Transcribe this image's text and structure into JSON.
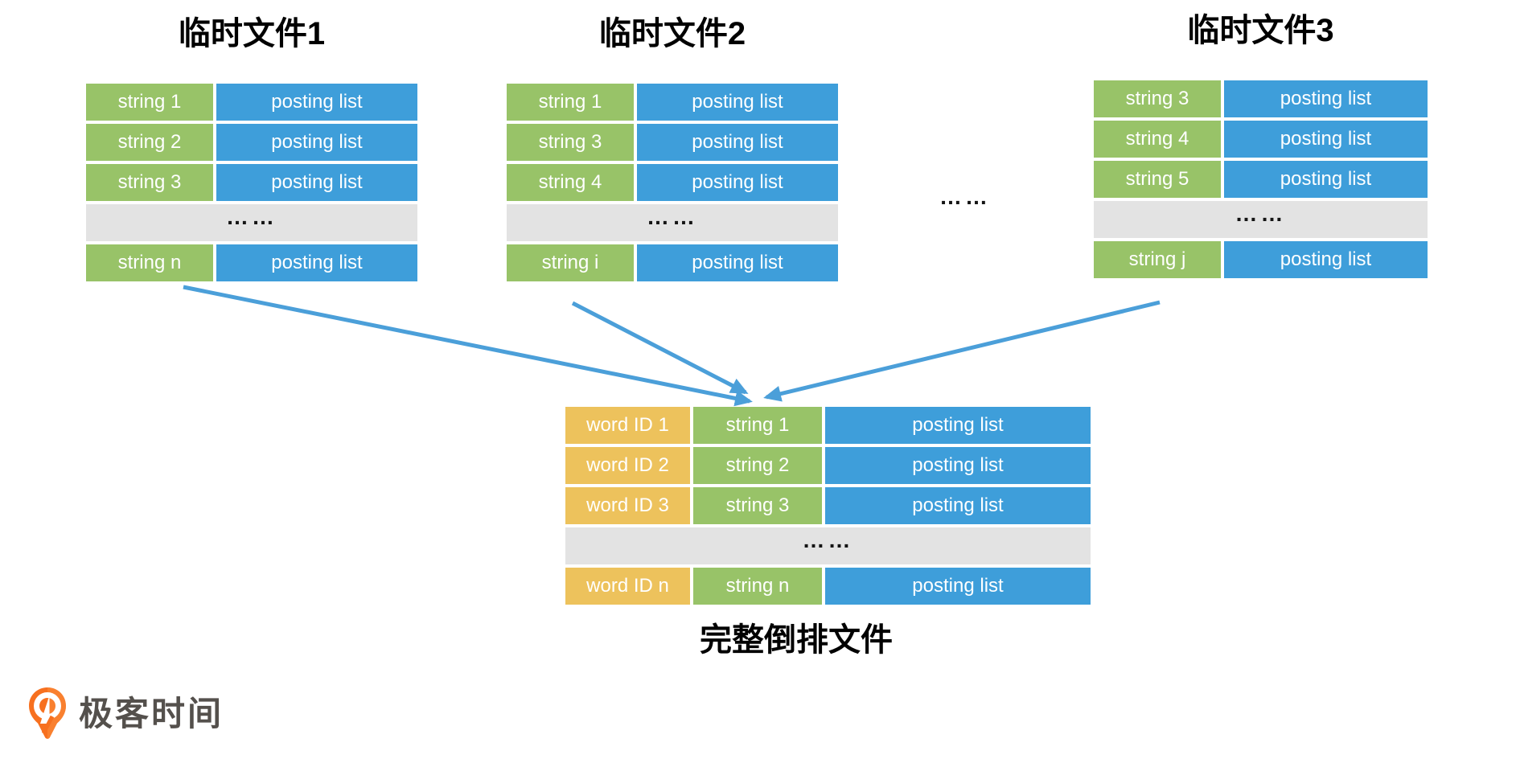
{
  "colors": {
    "green": "#98C368",
    "blue": "#3E9EDA",
    "yellow": "#EDC25C",
    "gray_row": "#E3E3E3",
    "arrow": "#4B9FD9",
    "logo_orange": "#F7701F",
    "logo_orange_light": "#FB8E3C",
    "logo_text": "#54504C"
  },
  "temp_files": [
    {
      "title": "临时文件1",
      "rows": [
        {
          "cells": [
            "string 1",
            "posting list"
          ]
        },
        {
          "cells": [
            "string 2",
            "posting list"
          ]
        },
        {
          "cells": [
            "string 3",
            "posting list"
          ]
        },
        {
          "ellipsis": "……"
        },
        {
          "cells": [
            "string n",
            "posting list"
          ]
        }
      ]
    },
    {
      "title": "临时文件2",
      "rows": [
        {
          "cells": [
            "string 1",
            "posting list"
          ]
        },
        {
          "cells": [
            "string 3",
            "posting list"
          ]
        },
        {
          "cells": [
            "string 4",
            "posting list"
          ]
        },
        {
          "ellipsis": "……"
        },
        {
          "cells": [
            "string i",
            "posting list"
          ]
        }
      ]
    },
    {
      "title": "临时文件3",
      "rows": [
        {
          "cells": [
            "string 3",
            "posting list"
          ]
        },
        {
          "cells": [
            "string 4",
            "posting list"
          ]
        },
        {
          "cells": [
            "string 5",
            "posting list"
          ]
        },
        {
          "ellipsis": "……"
        },
        {
          "cells": [
            "string j",
            "posting list"
          ]
        }
      ]
    }
  ],
  "between_files_ellipsis": "……",
  "merged_file": {
    "caption": "完整倒排文件",
    "rows": [
      {
        "cells": [
          "word ID 1",
          "string 1",
          "posting list"
        ]
      },
      {
        "cells": [
          "word ID 2",
          "string 2",
          "posting list"
        ]
      },
      {
        "cells": [
          "word ID 3",
          "string 3",
          "posting list"
        ]
      },
      {
        "ellipsis": "……"
      },
      {
        "cells": [
          "word ID n",
          "string n",
          "posting list"
        ]
      }
    ]
  },
  "logo": {
    "text": "极客时间"
  }
}
